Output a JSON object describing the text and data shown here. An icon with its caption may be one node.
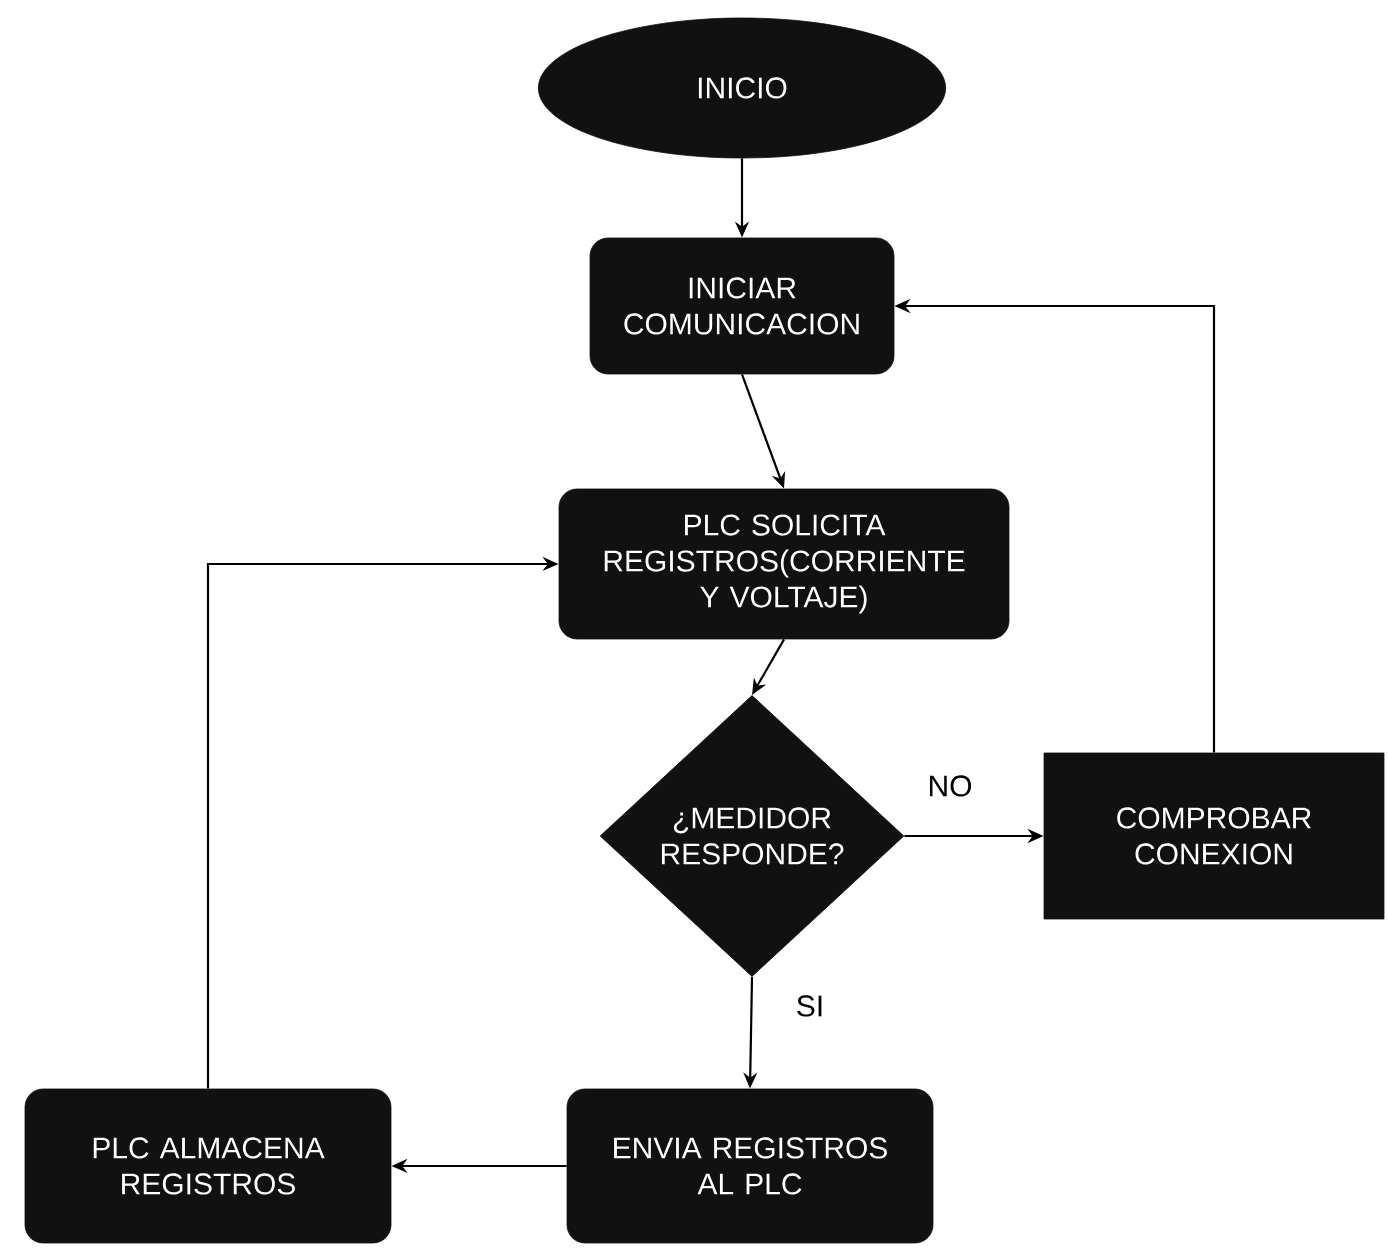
{
  "diagram": {
    "nodes": [
      {
        "text": [
          "INICIO"
        ]
      },
      {
        "text": [
          "INICIAR COMUNICACION"
        ]
      },
      {
        "text": [
          "PLC SOLICITA REGISTROS(CORRIENTE Y VOLTAJE)"
        ]
      },
      {
        "text": [
          "¿MEDIDOR RESPONDE?"
        ]
      },
      {
        "text": [
          "COMPROBAR CONEXION"
        ]
      },
      {
        "text": [
          "ENVIA REGISTROS AL PLC"
        ]
      },
      {
        "text": [
          "PLC ALMACENA REGISTROS"
        ]
      }
    ],
    "edges": [
      {
        "from": 0,
        "to": 1,
        "arrow": "to"
      },
      {
        "from": 1,
        "to": 2,
        "arrow": "to"
      },
      {
        "from": 2,
        "to": 3,
        "arrow": "to"
      },
      {
        "from": 3,
        "to": 4,
        "arrow": "to",
        "label": "NO"
      },
      {
        "from": 3,
        "to": 5,
        "arrow": "to",
        "label": "SI"
      },
      {
        "from": 4,
        "to": 1,
        "arrow": "to"
      },
      {
        "from": 5,
        "to": 6,
        "arrow": "to"
      },
      {
        "from": 6,
        "to": 2,
        "arrow": "to"
      }
    ]
  }
}
